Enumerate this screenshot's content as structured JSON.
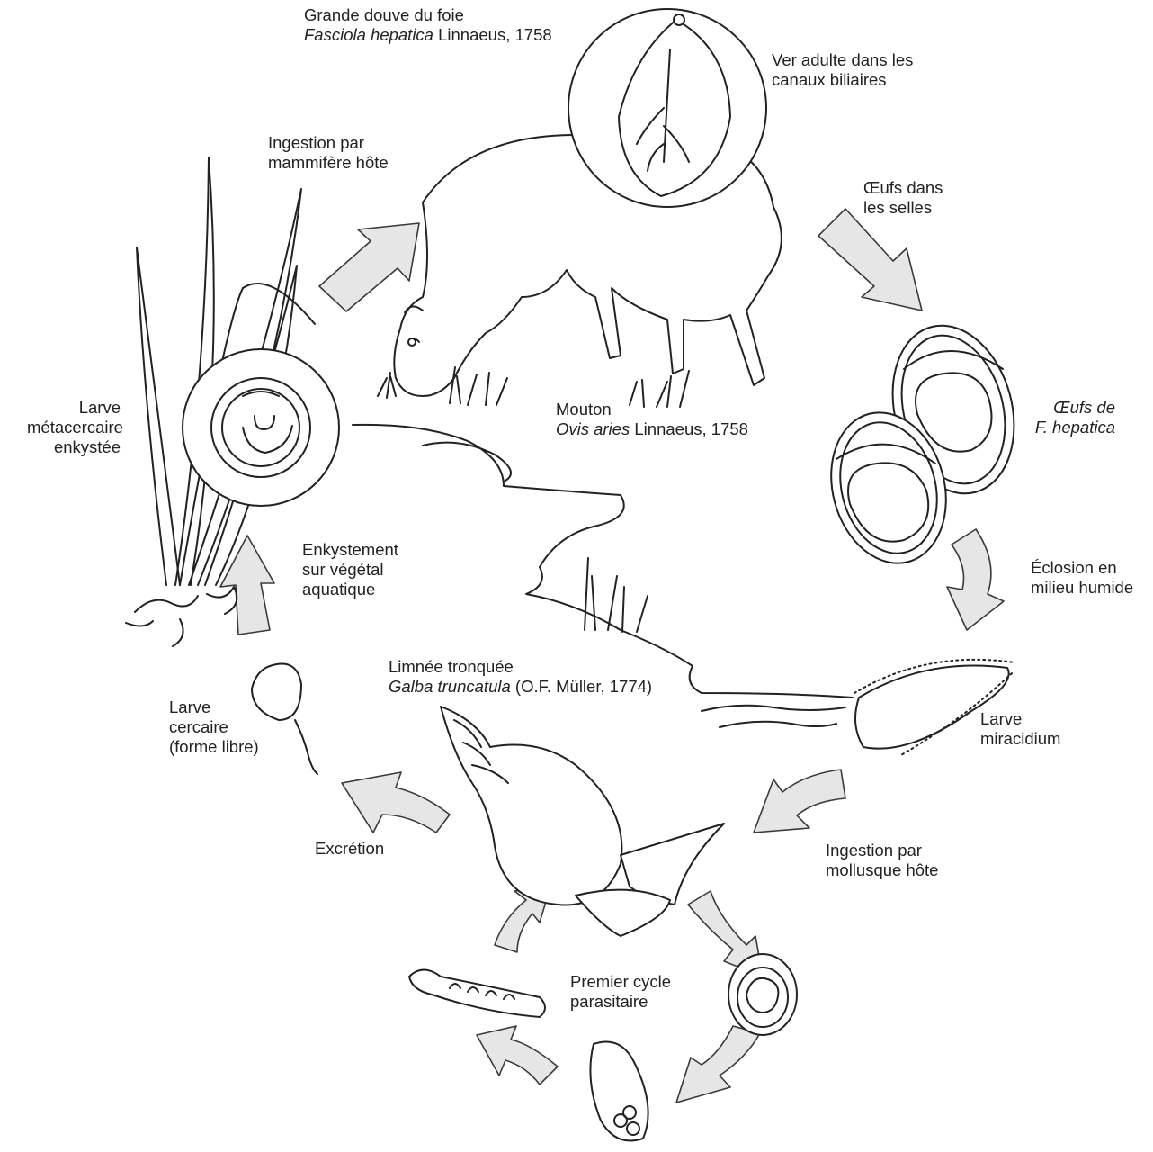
{
  "labels": {
    "fluke_common": "Grande douve du foie",
    "fluke_genus": "Fasciola hepatica",
    "fluke_author": " Linnaeus, 1758",
    "adult_line1": "Ver adulte dans les",
    "adult_line2": "canaux biliaires",
    "ingest_mammal_1": "Ingestion par",
    "ingest_mammal_2": "mammifère hôte",
    "eggs_faeces_1": "Œufs dans",
    "eggs_faeces_2": "les selles",
    "eggs_name_1": "Œufs de",
    "eggs_name_2": "F. hepatica",
    "sheep_common": "Mouton",
    "sheep_genus": "Ovis aries",
    "sheep_author": " Linnaeus, 1758",
    "meta_1": "Larve",
    "meta_2": "métacercaire",
    "meta_3": "enkystée",
    "encyst_1": "Enkystement",
    "encyst_2": "sur végétal",
    "encyst_3": "aquatique",
    "hatch_1": "Éclosion en",
    "hatch_2": "milieu humide",
    "snail_common": "Limnée tronquée",
    "snail_genus": "Galba truncatula",
    "snail_author": " (O.F. Müller, 1774)",
    "cercaria_1": "Larve",
    "cercaria_2": "cercaire",
    "cercaria_3": "(forme libre)",
    "miracidium_1": "Larve",
    "miracidium_2": "miracidium",
    "excretion": "Excrétion",
    "ingest_mollusc_1": "Ingestion par",
    "ingest_mollusc_2": "mollusque hôte",
    "first_cycle_1": "Premier cycle",
    "first_cycle_2": "parasitaire"
  },
  "colors": {
    "arrow_fill": "#e6e6e6",
    "ink": "#222222"
  }
}
